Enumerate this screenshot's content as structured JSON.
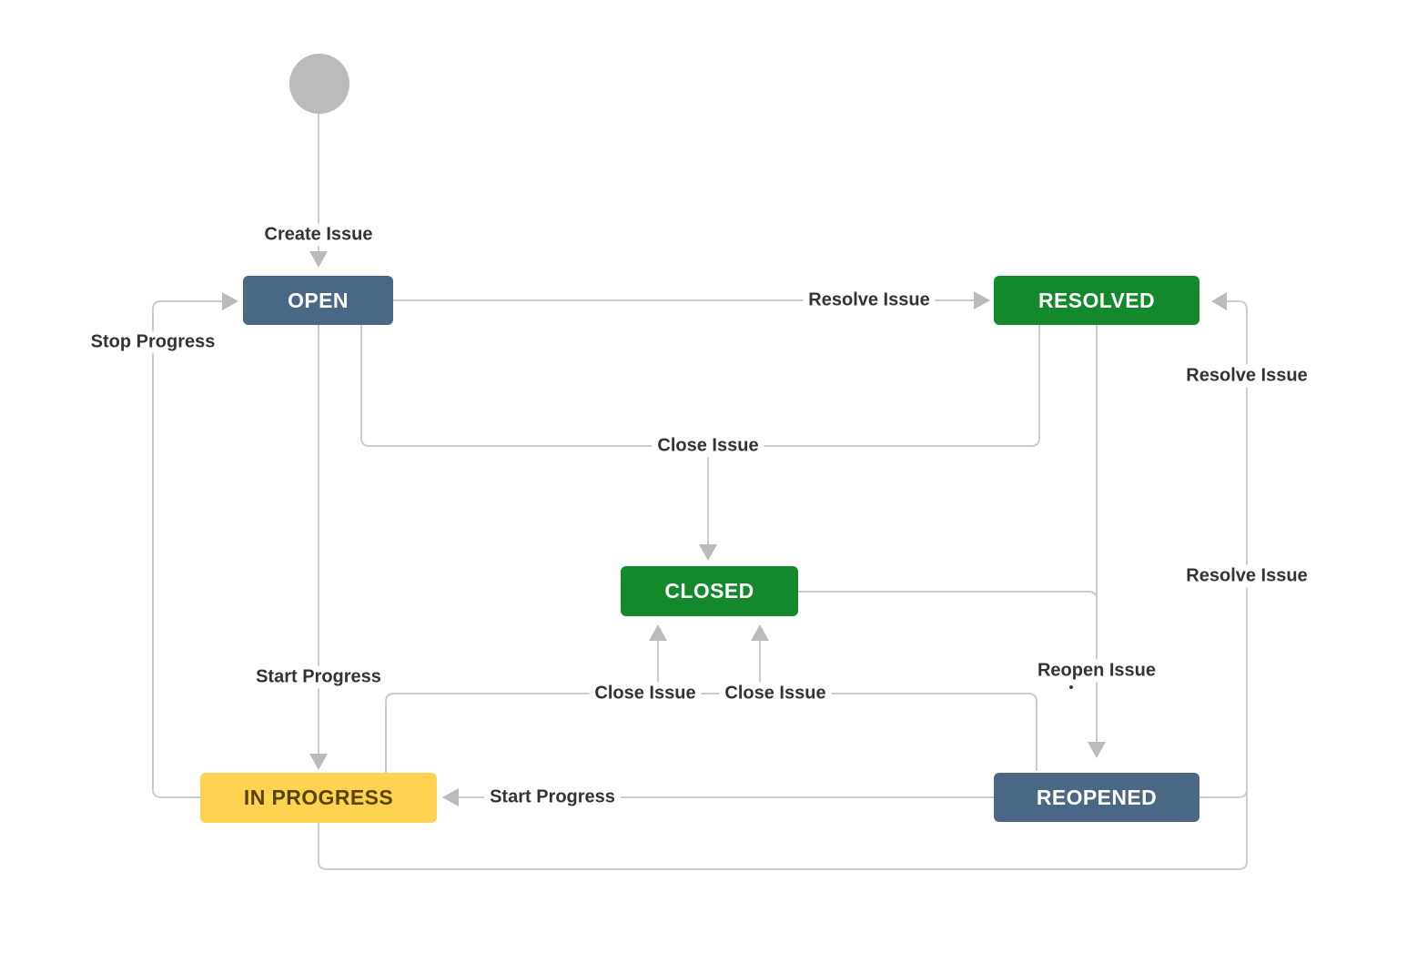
{
  "diagram_type": "workflow",
  "palette": {
    "canvas_bg": "#ffffff",
    "line": "#cccccc",
    "arrow": "#bbbbbb",
    "label_text": "#333333",
    "label_bg": "#ffffff",
    "status_blue": "#4a6785",
    "status_green": "#14892c",
    "status_yellow": "#ffd351",
    "yellow_text": "#594300",
    "start_node": "#bbbbbb"
  },
  "nodes": {
    "start": {
      "label": "",
      "type": "initial-state-circle"
    },
    "open": {
      "label": "OPEN",
      "color": "blue"
    },
    "resolved": {
      "label": "RESOLVED",
      "color": "green"
    },
    "closed": {
      "label": "CLOSED",
      "color": "green"
    },
    "in_progress": {
      "label": "IN PROGRESS",
      "color": "yellow"
    },
    "reopened": {
      "label": "REOPENED",
      "color": "blue"
    }
  },
  "transitions": [
    {
      "label": "Create Issue",
      "from": "start",
      "to": "open"
    },
    {
      "label": "Resolve Issue",
      "from": "open",
      "to": "resolved"
    },
    {
      "label": "Stop Progress",
      "from": "in_progress",
      "to": "open"
    },
    {
      "label": "Start Progress",
      "from": "open",
      "to": "in_progress"
    },
    {
      "label": "Close Issue",
      "from": "open, resolved",
      "to": "closed"
    },
    {
      "label": "Reopen Issue",
      "from": "resolved, closed",
      "to": "reopened"
    },
    {
      "label": "Close Issue",
      "from": "in_progress",
      "to": "closed"
    },
    {
      "label": "Close Issue",
      "from": "reopened",
      "to": "closed"
    },
    {
      "label": "Start Progress",
      "from": "reopened",
      "to": "in_progress"
    },
    {
      "label": "Resolve Issue",
      "from": "reopened",
      "to": "resolved"
    },
    {
      "label": "Resolve Issue",
      "from": "in_progress",
      "to": "resolved"
    }
  ]
}
